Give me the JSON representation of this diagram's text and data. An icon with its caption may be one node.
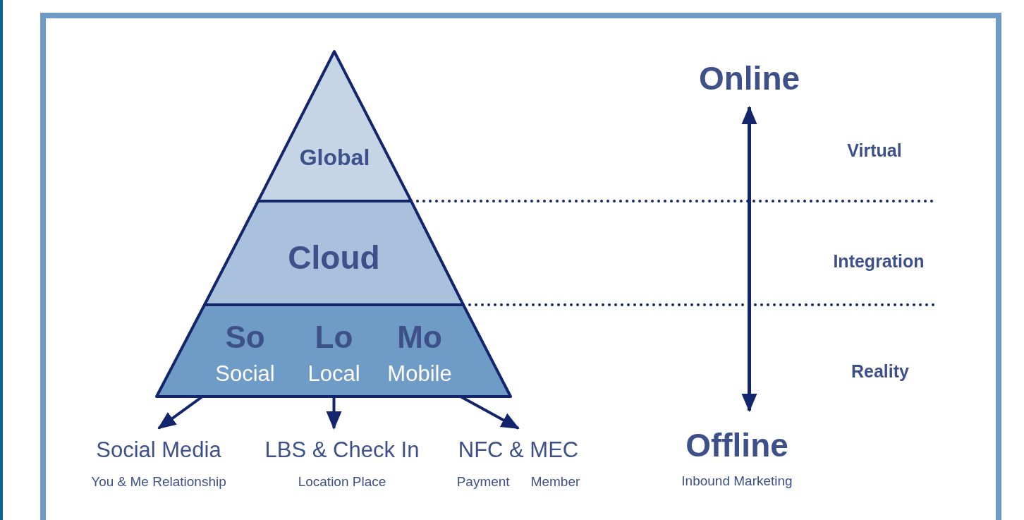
{
  "diagram": {
    "nodes": [
      {
        "text": [
          "Global"
        ]
      },
      {
        "text": [
          "Cloud"
        ]
      },
      {
        "text": [],
        "shape": "trapezoid"
      },
      {
        "text": [
          "So",
          "Social"
        ],
        "in": 2
      },
      {
        "text": [
          "Lo",
          "Local"
        ],
        "in": 2
      },
      {
        "text": [
          "Mo",
          "Mobile"
        ],
        "in": 2
      },
      {
        "text": [
          "Social Media",
          "You & Me Relationship"
        ]
      },
      {
        "text": [
          "LBS & Check In",
          "Location Place"
        ]
      },
      {
        "text": [
          "NFC & MEC",
          "Payment",
          "Member"
        ]
      },
      {
        "text": [
          "Online"
        ]
      },
      {
        "text": [
          "Offline",
          "Inbound Marketing"
        ]
      }
    ],
    "edges": [
      {
        "from": 3,
        "to": 6,
        "arrow": "to"
      },
      {
        "from": 4,
        "to": 7,
        "arrow": "to"
      },
      {
        "from": 5,
        "to": 8,
        "arrow": "to"
      },
      {
        "from": 9,
        "to": 10,
        "arrow": "both"
      }
    ],
    "labels": [
      "Virtual",
      "Integration",
      "Reality"
    ]
  }
}
